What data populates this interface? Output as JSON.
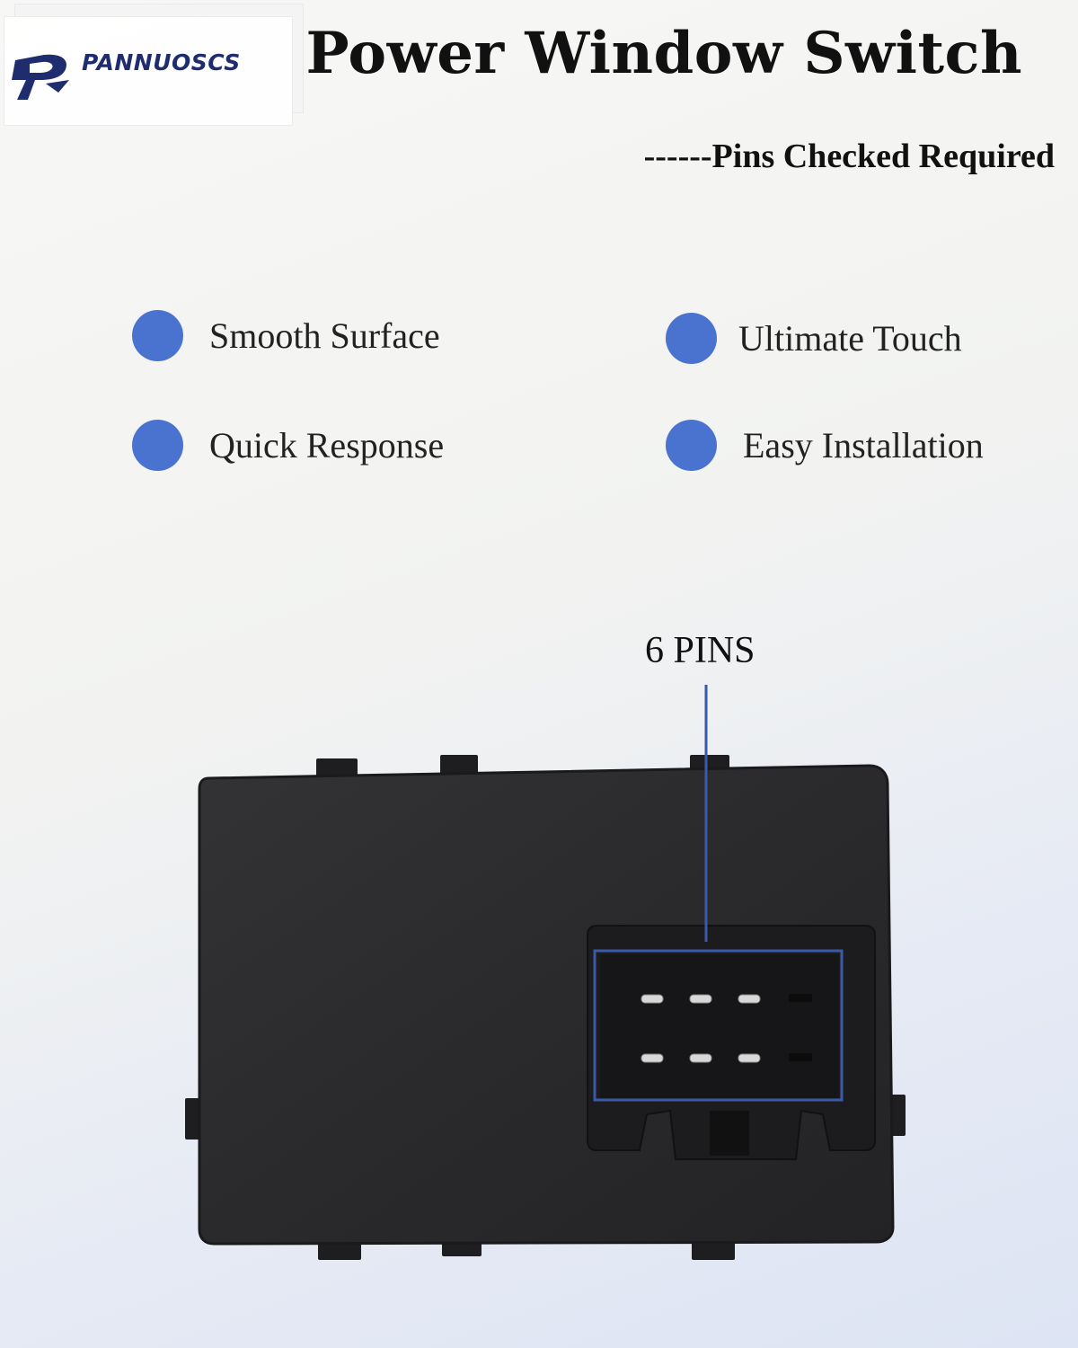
{
  "brand": {
    "name": "PANNUOSCS",
    "logo_color": "#1f2d6e"
  },
  "header": {
    "title": "Power Window Switch",
    "subtitle": "------Pins Checked Required"
  },
  "features": [
    {
      "label": "Smooth Surface",
      "icon": "bullet-dot"
    },
    {
      "label": "Ultimate Touch",
      "icon": "bullet-dot"
    },
    {
      "label": "Quick Response",
      "icon": "bullet-dot"
    },
    {
      "label": "Easy Installation",
      "icon": "bullet-dot"
    }
  ],
  "callout": {
    "label": "6 PINS",
    "pin_count": 6
  },
  "colors": {
    "bullet": "#4a72cf",
    "callout_line": "#3a5aa8",
    "device_body": "#2a2a2c"
  }
}
